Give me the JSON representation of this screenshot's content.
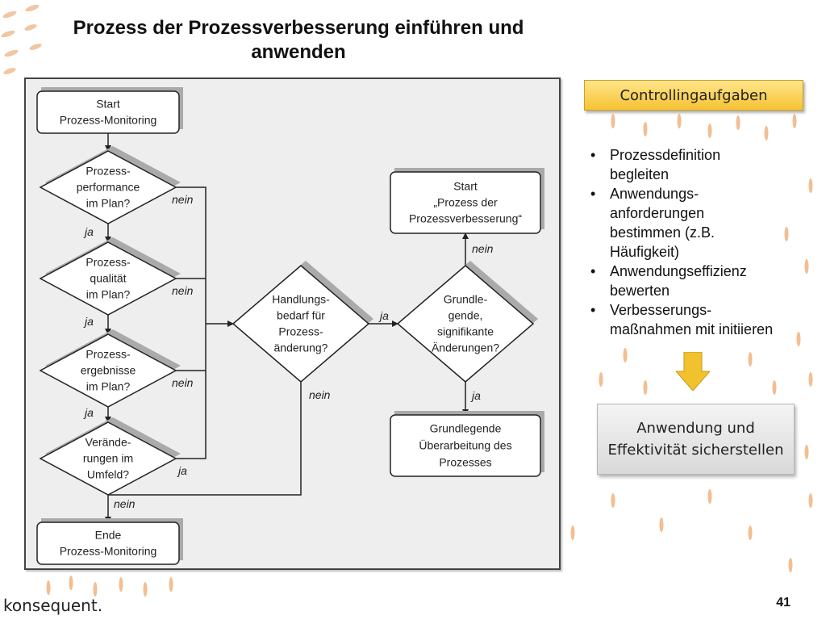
{
  "slide": {
    "title": "Prozess der Prozessverbesserung einführen und anwenden",
    "page_number": "41",
    "logo_text": "konsequent."
  },
  "flowchart": {
    "nodes": {
      "start_monitoring": [
        "Start",
        "Prozess-Monitoring"
      ],
      "q_performance": [
        "Prozess-",
        "performance",
        "im Plan?"
      ],
      "q_quality": [
        "Prozess-",
        "qualität",
        "im Plan?"
      ],
      "q_results": [
        "Prozess-",
        "ergebnisse",
        "im Plan?"
      ],
      "q_changes": [
        "Verände-",
        "rungen im",
        "Umfeld?"
      ],
      "end_monitoring": [
        "Ende",
        "Prozess-Monitoring"
      ],
      "q_action_needed": [
        "Handlungs-",
        "bedarf für",
        "Prozess-",
        "änderung?"
      ],
      "q_fundamental": [
        "Grundle-",
        "gende,",
        "signifikante",
        "Änderungen?"
      ],
      "start_improvement": [
        "Start",
        "„Prozess der",
        "Prozessverbesserung“"
      ],
      "fundamental_revision": [
        "Grundlegende",
        "Überarbeitung des",
        "Prozesses"
      ]
    },
    "edge_labels": {
      "yes": "ja",
      "no": "nein"
    }
  },
  "side_panel": {
    "header": "Controllingaufgaben",
    "tasks": [
      [
        "Prozessdefinition",
        "begleiten"
      ],
      [
        "Anwendungs-",
        "anforderungen",
        "bestimmen (z.B.",
        "Häufigkeit)"
      ],
      [
        "Anwendungseffizienz",
        "bewerten"
      ],
      [
        "Verbesserungs-",
        "maßnahmen mit initiieren"
      ]
    ],
    "result": [
      "Anwendung und",
      "Effektivität sicherstellen"
    ]
  },
  "colors": {
    "header_fill": "#f6c232",
    "arrow_fill": "#f2c12e",
    "decoration": "#e8893a"
  }
}
